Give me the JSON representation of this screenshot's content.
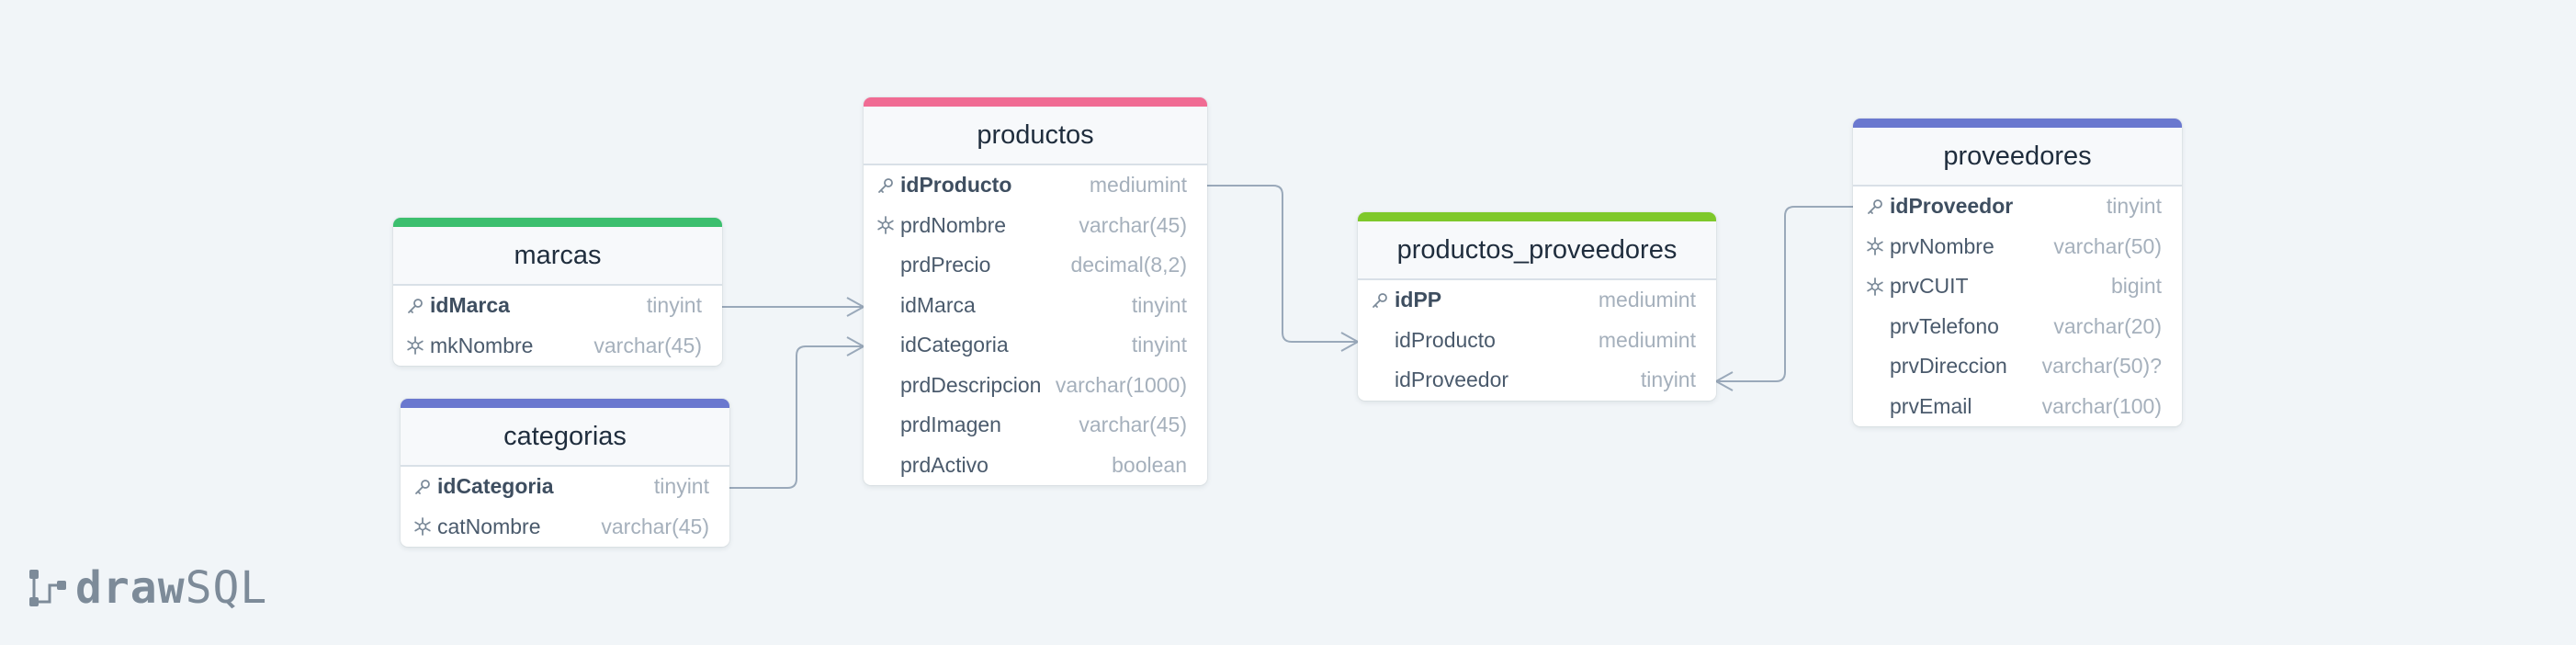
{
  "app": {
    "logo_bold": "draw",
    "logo_light": "SQL"
  },
  "colors": {
    "background": "#f1f5f8",
    "connector": "#9aa9ba",
    "productos": "#f06b93",
    "marcas": "#3cbf6e",
    "categorias": "#6a78cf",
    "productos_proveedores": "#7ec82b",
    "proveedores": "#6a78cf"
  },
  "icons": {
    "primary_key": "key-icon",
    "unique": "snowflake-icon"
  },
  "tables": {
    "marcas": {
      "name": "marcas",
      "color": "#3cbf6e",
      "fields": [
        {
          "name": "idMarca",
          "type": "tinyint",
          "key": "pk"
        },
        {
          "name": "mkNombre",
          "type": "varchar(45)",
          "key": "unique"
        }
      ]
    },
    "categorias": {
      "name": "categorias",
      "color": "#6a78cf",
      "fields": [
        {
          "name": "idCategoria",
          "type": "tinyint",
          "key": "pk"
        },
        {
          "name": "catNombre",
          "type": "varchar(45)",
          "key": "unique"
        }
      ]
    },
    "productos": {
      "name": "productos",
      "color": "#f06b93",
      "fields": [
        {
          "name": "idProducto",
          "type": "mediumint",
          "key": "pk"
        },
        {
          "name": "prdNombre",
          "type": "varchar(45)",
          "key": "unique"
        },
        {
          "name": "prdPrecio",
          "type": "decimal(8,2)",
          "key": ""
        },
        {
          "name": "idMarca",
          "type": "tinyint",
          "key": ""
        },
        {
          "name": "idCategoria",
          "type": "tinyint",
          "key": ""
        },
        {
          "name": "prdDescripcion",
          "type": "varchar(1000)",
          "key": ""
        },
        {
          "name": "prdImagen",
          "type": "varchar(45)",
          "key": ""
        },
        {
          "name": "prdActivo",
          "type": "boolean",
          "key": ""
        }
      ]
    },
    "productos_proveedores": {
      "name": "productos_proveedores",
      "color": "#7ec82b",
      "fields": [
        {
          "name": "idPP",
          "type": "mediumint",
          "key": "pk"
        },
        {
          "name": "idProducto",
          "type": "mediumint",
          "key": ""
        },
        {
          "name": "idProveedor",
          "type": "tinyint",
          "key": ""
        }
      ]
    },
    "proveedores": {
      "name": "proveedores",
      "color": "#6a78cf",
      "fields": [
        {
          "name": "idProveedor",
          "type": "tinyint",
          "key": "pk"
        },
        {
          "name": "prvNombre",
          "type": "varchar(50)",
          "key": "unique"
        },
        {
          "name": "prvCUIT",
          "type": "bigint",
          "key": "unique"
        },
        {
          "name": "prvTelefono",
          "type": "varchar(20)",
          "key": ""
        },
        {
          "name": "prvDireccion",
          "type": "varchar(50)?",
          "key": ""
        },
        {
          "name": "prvEmail",
          "type": "varchar(100)",
          "key": ""
        }
      ]
    }
  },
  "relations": [
    {
      "from": "marcas.idMarca",
      "to": "productos.idMarca",
      "cardinality": "one-to-many"
    },
    {
      "from": "categorias.idCategoria",
      "to": "productos.idCategoria",
      "cardinality": "one-to-many"
    },
    {
      "from": "productos.idProducto",
      "to": "productos_proveedores.idProducto",
      "cardinality": "one-to-many"
    },
    {
      "from": "proveedores.idProveedor",
      "to": "productos_proveedores.idProveedor",
      "cardinality": "one-to-many"
    }
  ]
}
